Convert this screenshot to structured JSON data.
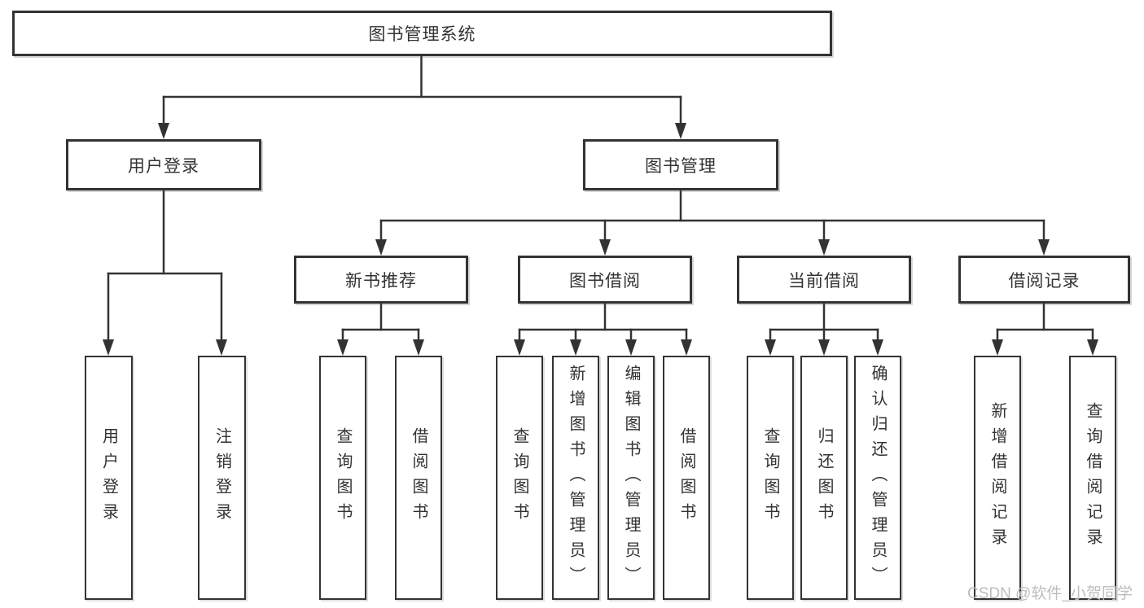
{
  "diagram": {
    "type": "hierarchy",
    "title": "图书管理系统",
    "level2": [
      {
        "label": "用户登录",
        "leaves": [
          "用户登录",
          "注销登录"
        ]
      },
      {
        "label": "图书管理",
        "categories": [
          {
            "label": "新书推荐",
            "leaves": [
              "查询图书",
              "借阅图书"
            ]
          },
          {
            "label": "图书借阅",
            "leaves": [
              "查询图书",
              "新增图书（管理员）",
              "编辑图书（管理员）",
              "借阅图书"
            ]
          },
          {
            "label": "当前借阅",
            "leaves": [
              "查询图书",
              "归还图书",
              "确认归还（管理员）"
            ]
          },
          {
            "label": "借阅记录",
            "leaves": [
              "新增借阅记录",
              "查询借阅记录"
            ]
          }
        ]
      }
    ]
  },
  "watermark": {
    "text": "CSDN @软件_小贺同学",
    "color": "#bdbdbd"
  },
  "colors": {
    "line": "#333333",
    "box_border": "#333333",
    "text": "#333333",
    "background": "#ffffff"
  }
}
